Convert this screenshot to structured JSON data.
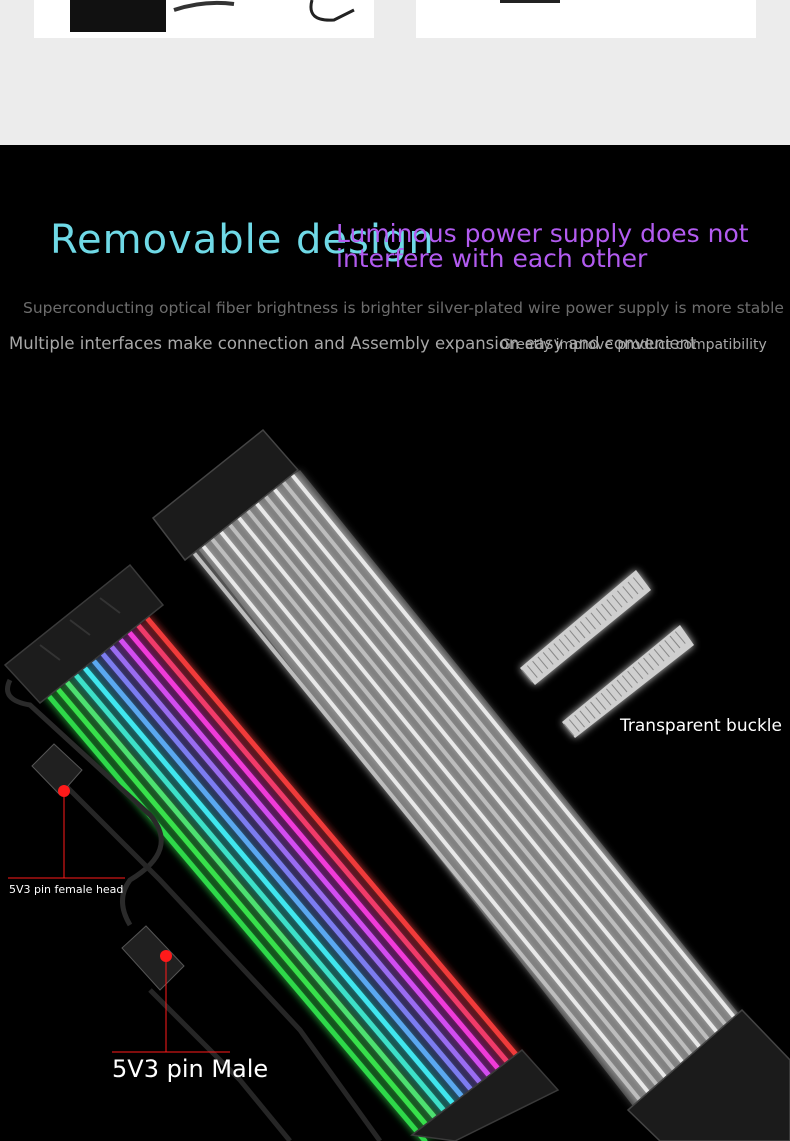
{
  "section_top": {
    "description": "product image cards"
  },
  "hero": {
    "title_left": "Removable design",
    "title_right": "Luminous power supply does not interfere with each other",
    "subtitle_1": "Superconducting optical fiber brightness is brighter silver-plated wire power supply is more stable",
    "subtitle_2": "Multiple interfaces make connection and Assembly expansion easy and convenient",
    "subtitle_3": "Greatly improve product compatibility"
  },
  "labels": {
    "transparent_buckle": "Transparent buckle",
    "female_head": "5V3 pin female head",
    "male": "5V3 pin Male"
  },
  "colors": {
    "title_left": "#6fd9e6",
    "title_right": "#b25bf0",
    "marker": "#ff1a1a"
  }
}
